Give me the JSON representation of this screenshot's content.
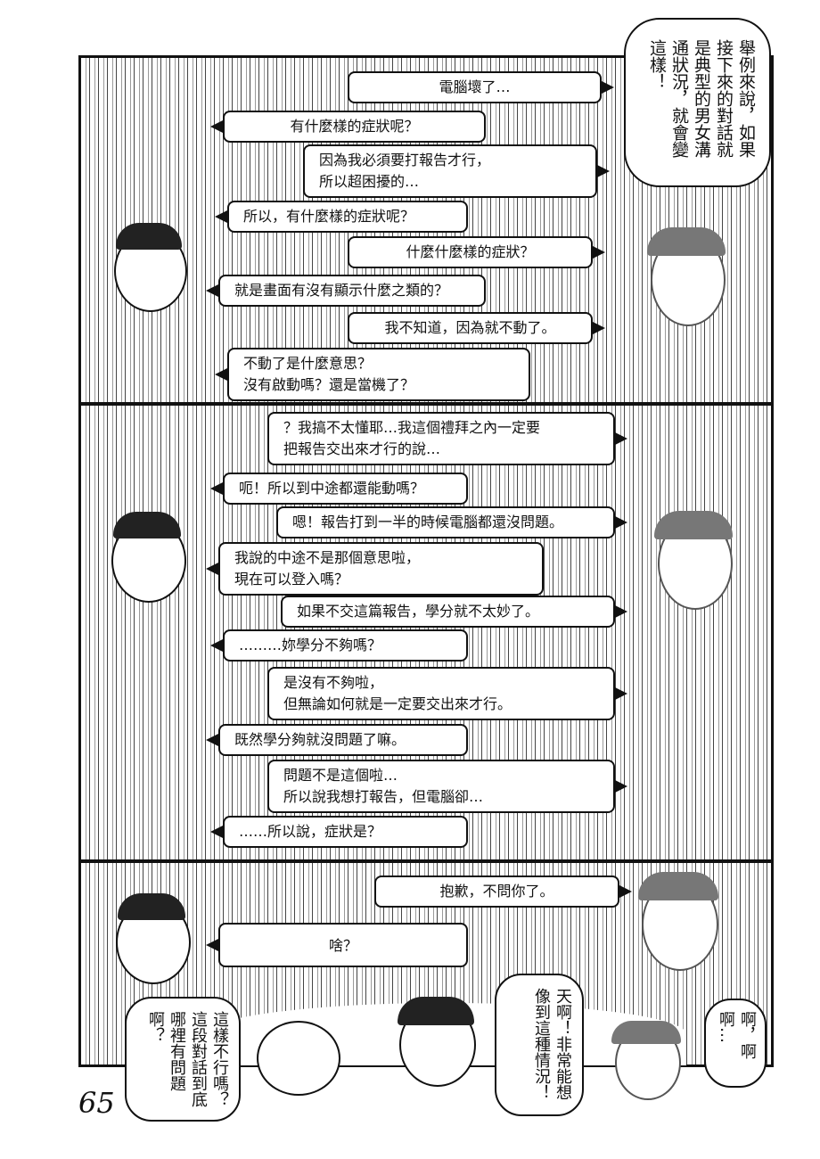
{
  "narration": "舉例來說，如果接下來的對話就是典型的男女溝通狀況，就會變這樣！",
  "panel1": [
    {
      "speaker": "woman",
      "lines": [
        "電腦壞了…"
      ]
    },
    {
      "speaker": "man",
      "lines": [
        "有什麼樣的症狀呢？"
      ]
    },
    {
      "speaker": "woman",
      "lines": [
        "因為我必須要打報告才行，",
        "所以超困擾的…"
      ]
    },
    {
      "speaker": "man",
      "lines": [
        "所以，有什麼樣的症狀呢？"
      ]
    },
    {
      "speaker": "woman",
      "lines": [
        "什麼什麼樣的症狀？"
      ]
    },
    {
      "speaker": "man",
      "lines": [
        "就是畫面有沒有顯示什麼之類的？"
      ]
    },
    {
      "speaker": "woman",
      "lines": [
        "我不知道，因為就不動了。"
      ]
    },
    {
      "speaker": "man",
      "lines": [
        "不動了是什麼意思？",
        "沒有啟動嗎？還是當機了？"
      ]
    }
  ],
  "panel2": [
    {
      "speaker": "woman",
      "lines": [
        "？我搞不太懂耶…我這個禮拜之內一定要",
        "把報告交出來才行的說…"
      ]
    },
    {
      "speaker": "man",
      "lines": [
        "呃！所以到中途都還能動嗎？"
      ]
    },
    {
      "speaker": "woman",
      "lines": [
        "嗯！報告打到一半的時候電腦都還沒問題。"
      ]
    },
    {
      "speaker": "man",
      "lines": [
        "我說的中途不是那個意思啦，",
        "現在可以登入嗎？"
      ]
    },
    {
      "speaker": "woman",
      "lines": [
        "如果不交這篇報告，學分就不太妙了。"
      ]
    },
    {
      "speaker": "man",
      "lines": [
        "………妳學分不夠嗎？"
      ]
    },
    {
      "speaker": "woman",
      "lines": [
        "是沒有不夠啦，",
        "但無論如何就是一定要交出來才行。"
      ]
    },
    {
      "speaker": "man",
      "lines": [
        "既然學分夠就沒問題了嘛。"
      ]
    },
    {
      "speaker": "woman",
      "lines": [
        "問題不是這個啦…",
        "所以說我想打報告，但電腦卻…"
      ]
    },
    {
      "speaker": "man",
      "lines": [
        "……所以說，症狀是？"
      ]
    }
  ],
  "panel3": [
    {
      "speaker": "woman",
      "lines": [
        "抱歉，不問你了。"
      ]
    },
    {
      "speaker": "man",
      "lines": [
        "啥？"
      ]
    }
  ],
  "bottom": {
    "left_bubble": "這樣不行嗎？這段對話到底哪裡有問題啊？",
    "center_bubble": "天啊！非常能想像到這種情況！",
    "right_bubble": "啊，啊啊…"
  },
  "page_number": "65"
}
